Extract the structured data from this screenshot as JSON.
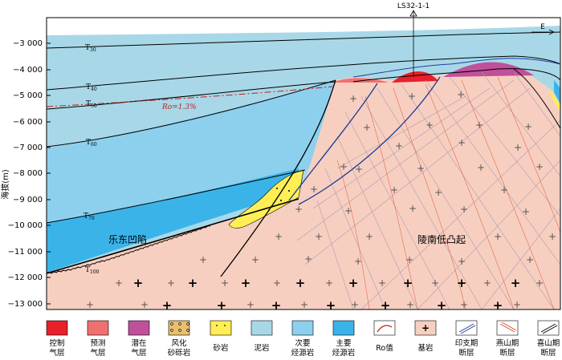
{
  "well": {
    "name": "LS32-1-1"
  },
  "compass": {
    "label": "E"
  },
  "y_axis": {
    "label": "海拔(m)",
    "ticks": [
      {
        "value": -3000,
        "label": "−3 000"
      },
      {
        "value": -4000,
        "label": "−4 000"
      },
      {
        "value": -5000,
        "label": "−5 000"
      },
      {
        "value": -6000,
        "label": "−6 000"
      },
      {
        "value": -7000,
        "label": "−7 000"
      },
      {
        "value": -8000,
        "label": "−8 000"
      },
      {
        "value": -9000,
        "label": "−9 000"
      },
      {
        "value": -10000,
        "label": "−10 000"
      },
      {
        "value": -11000,
        "label": "−11 000"
      },
      {
        "value": -12000,
        "label": "−12 000"
      },
      {
        "value": -13000,
        "label": "−13 000"
      }
    ]
  },
  "horizons": {
    "t30": "T",
    "t30_sub": "30",
    "t40": "T",
    "t40_sub": "40",
    "t50": "T",
    "t50_sub": "50",
    "t60": "T",
    "t60_sub": "60",
    "t70": "T",
    "t70_sub": "70",
    "t100": "T",
    "t100_sub": "100"
  },
  "ro_line": {
    "label": "Ro=1.3%"
  },
  "regions": {
    "depression": "乐东凹陷",
    "uplift": "陵南低凸起"
  },
  "colors": {
    "control_gas": "#e8202a",
    "predicted_gas": "#f07070",
    "potential_gas": "#c0509a",
    "weathered_gravel": "#e8c070",
    "sandstone": "#ffee55",
    "mudstone": "#a8d8e8",
    "secondary_source": "#8dd0ee",
    "main_source": "#3ab4e8",
    "basement": "#f7cfc0",
    "indosinian_fault": "#1a3a9a",
    "yanshan_fault": "#e05030"
  },
  "legend": [
    {
      "id": "control",
      "line1": "控制",
      "line2": "气层"
    },
    {
      "id": "predicted",
      "line1": "预测",
      "line2": "气层"
    },
    {
      "id": "potential",
      "line1": "潜在",
      "line2": "气层"
    },
    {
      "id": "weathered",
      "line1": "风化",
      "line2": "砂砾岩"
    },
    {
      "id": "sandstone",
      "line1": "砂岩",
      "line2": ""
    },
    {
      "id": "mudstone",
      "line1": "泥岩",
      "line2": ""
    },
    {
      "id": "secondary",
      "line1": "次要",
      "line2": "烃源岩"
    },
    {
      "id": "main",
      "line1": "主要",
      "line2": "烃源岩"
    },
    {
      "id": "ro",
      "line1": "Ro值",
      "line2": ""
    },
    {
      "id": "basement",
      "line1": "基岩",
      "line2": ""
    },
    {
      "id": "indosinian",
      "line1": "印支期",
      "line2": "断层"
    },
    {
      "id": "yanshan",
      "line1": "燕山期",
      "line2": "断层"
    },
    {
      "id": "himalayan",
      "line1": "喜山期",
      "line2": "断层"
    }
  ]
}
